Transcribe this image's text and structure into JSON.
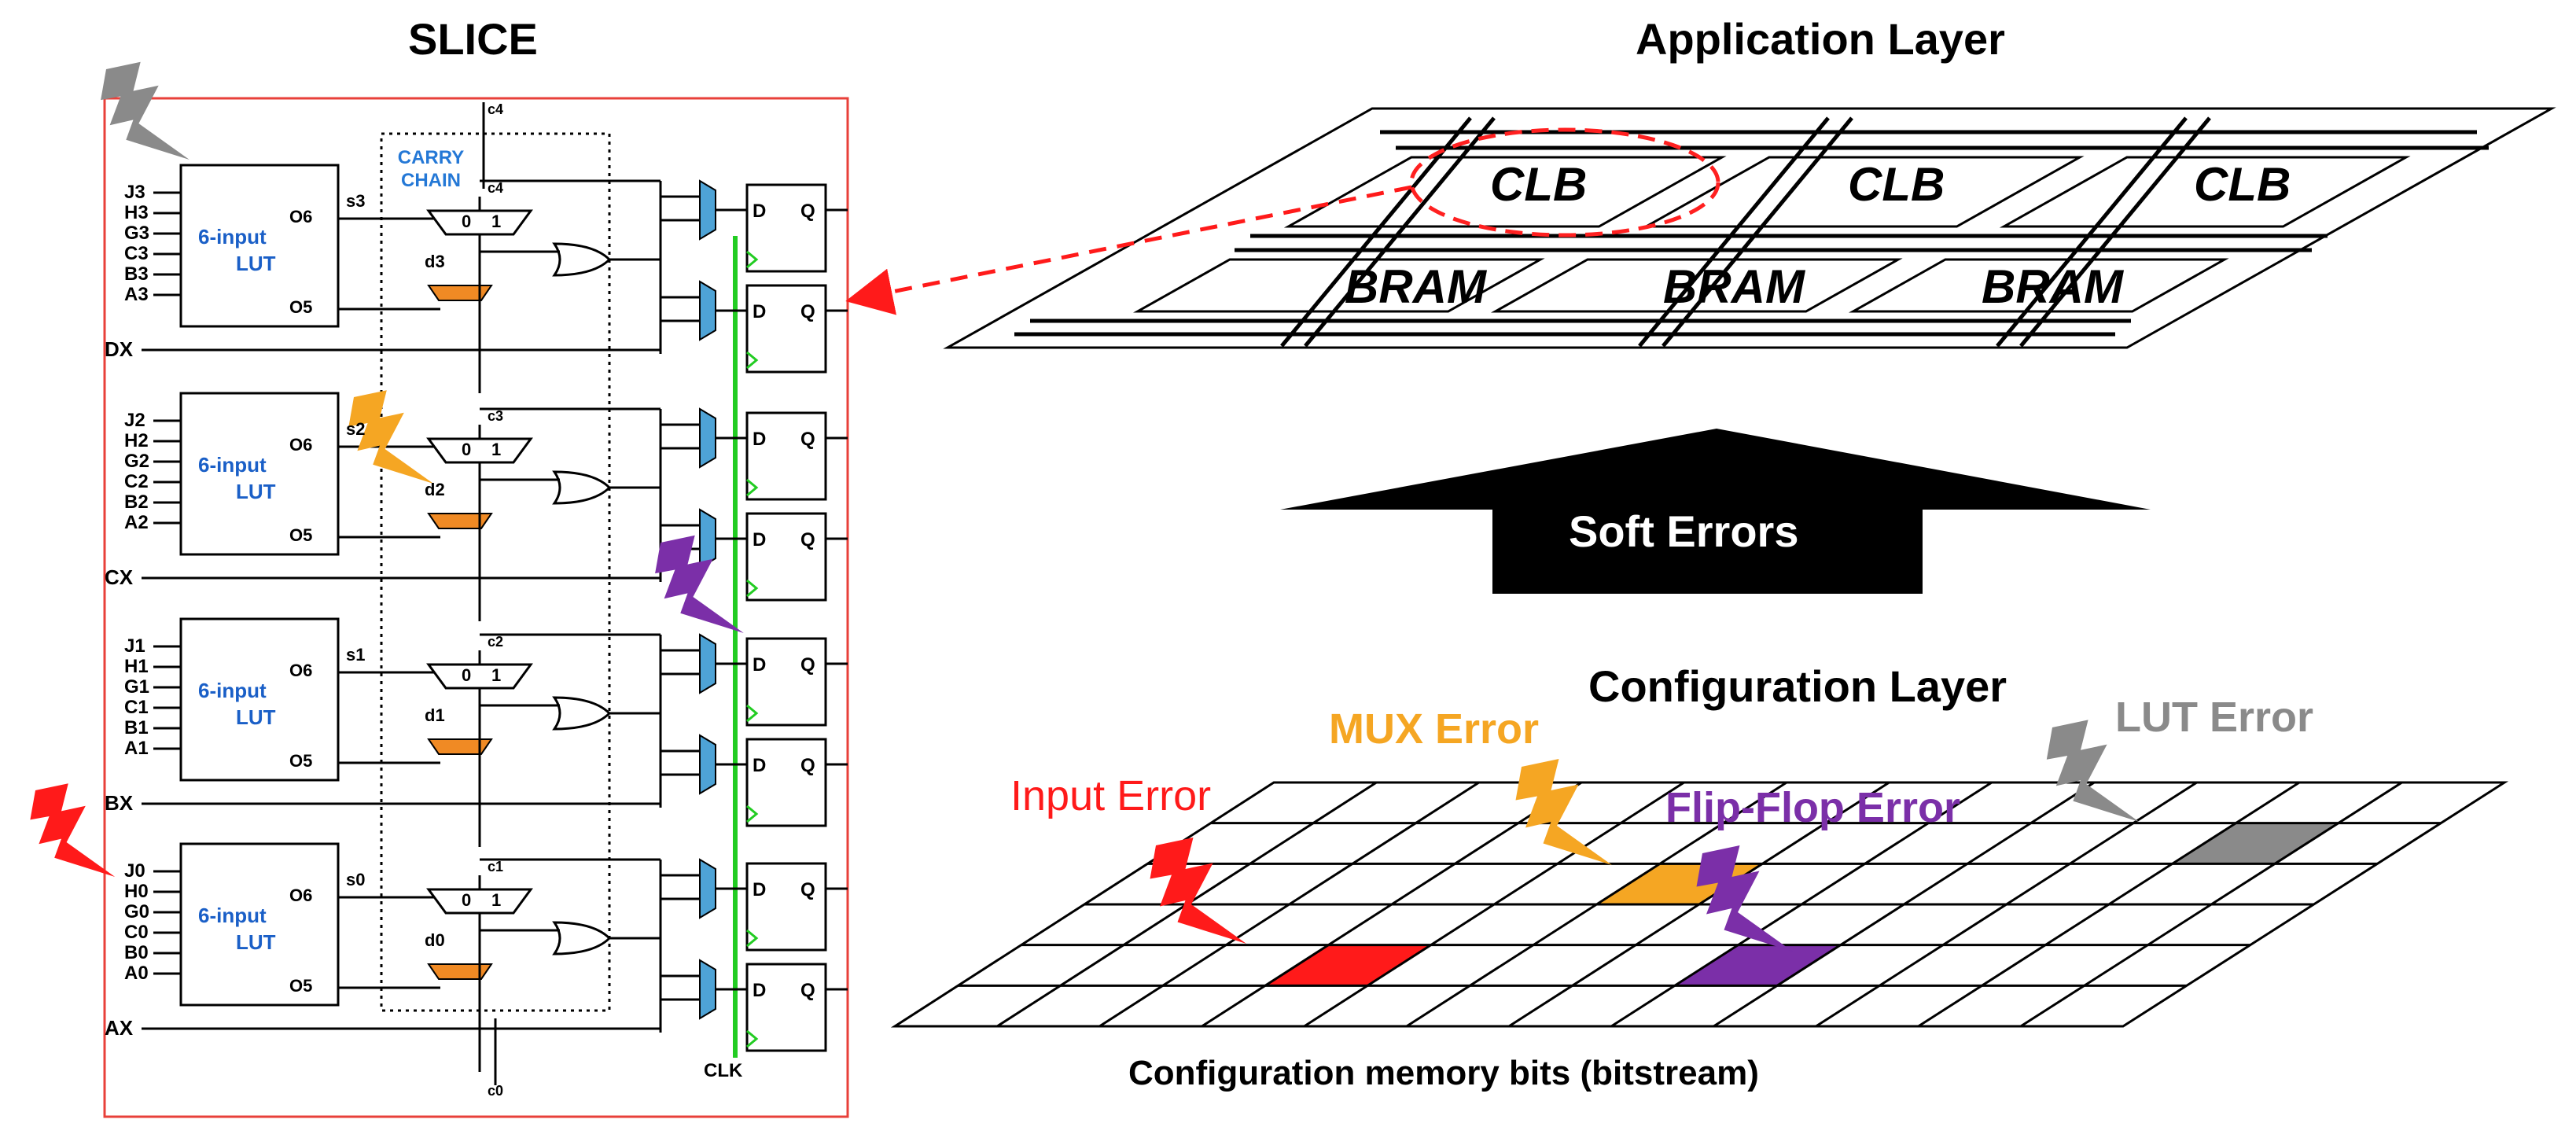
{
  "titles": {
    "slice": "SLICE",
    "application": "Application Layer",
    "configuration": "Configuration Layer",
    "soft_errors": "Soft Errors",
    "caption": "Configuration memory bits (bitstream)"
  },
  "slice": {
    "lut_line1": "6-input",
    "lut_line2": "LUT",
    "out6": "O6",
    "out5": "O5",
    "carry_line1": "CARRY",
    "carry_line2": "CHAIN",
    "clk": "CLK",
    "d": "D",
    "q": "Q",
    "mux0": "0",
    "mux1": "1",
    "carry_in_bottom": "c0",
    "carry_out_top": "c4",
    "rows": [
      {
        "inputs": [
          "J3",
          "H3",
          "G3",
          "C3",
          "B3",
          "A3"
        ],
        "ext": "DX",
        "s": "s3",
        "d": "d3",
        "c": "c4"
      },
      {
        "inputs": [
          "J2",
          "H2",
          "G2",
          "C2",
          "B2",
          "A2"
        ],
        "ext": "CX",
        "s": "s2",
        "d": "d2",
        "c": "c3"
      },
      {
        "inputs": [
          "J1",
          "H1",
          "G1",
          "C1",
          "B1",
          "A1"
        ],
        "ext": "BX",
        "s": "s1",
        "d": "d1",
        "c": "c2"
      },
      {
        "inputs": [
          "J0",
          "H0",
          "G0",
          "C0",
          "B0",
          "A0"
        ],
        "ext": "AX",
        "s": "s0",
        "d": "d0",
        "c": "c1"
      }
    ]
  },
  "application": {
    "cells": [
      "CLB",
      "CLB",
      "CLB",
      "BRAM",
      "BRAM",
      "BRAM"
    ]
  },
  "errors": {
    "input": {
      "label": "Input Error",
      "color": "#ff1a1a"
    },
    "mux": {
      "label": "MUX Error",
      "color": "#f5a623"
    },
    "flipflop": {
      "label": "Flip-Flop Error",
      "color": "#7b2fa8"
    },
    "lut": {
      "label": "LUT Error",
      "color": "#8a8a8a"
    }
  },
  "colors": {
    "slice_border": "#e8403a",
    "clock_line": "#22cc22",
    "mux_fill": "#4ea3d6",
    "and_fill": "#f08a24",
    "highlight_ring": "#ff2020"
  }
}
